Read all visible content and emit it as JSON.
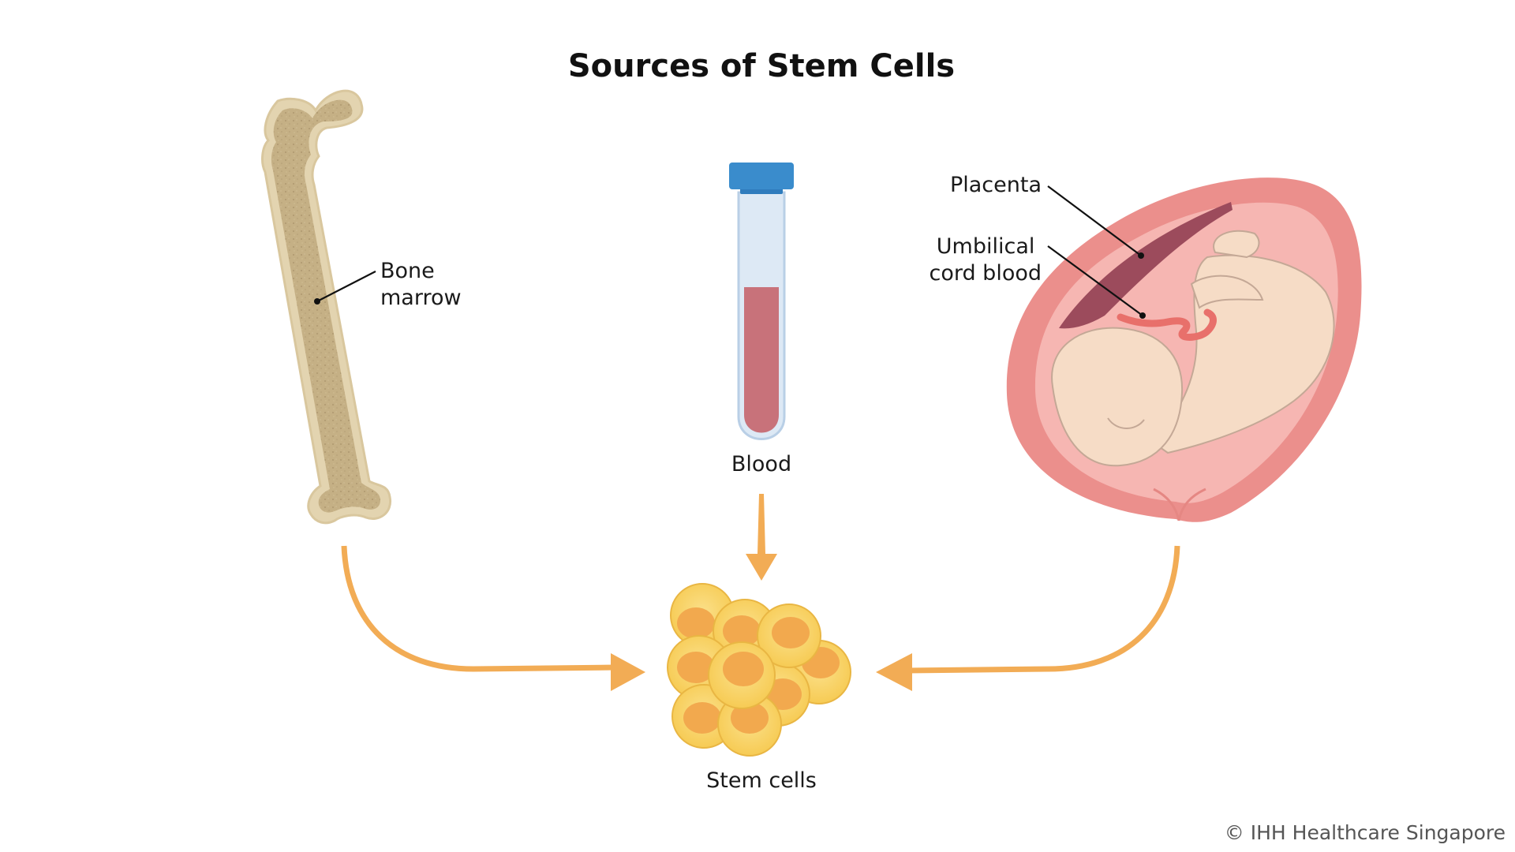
{
  "title": "Sources of Stem Cells",
  "labels": {
    "bone_marrow": [
      "Bone",
      "marrow"
    ],
    "blood": "Blood",
    "placenta": "Placenta",
    "cord_blood": [
      "Umbilical",
      "cord blood"
    ],
    "stem_cells": "Stem cells"
  },
  "credit": "© IHH Healthcare Singapore",
  "colors": {
    "arrow": "#f2ac55",
    "bone": "#cbb88f",
    "bone_edge": "#e2d3ae",
    "tube_cap": "#3a8ccc",
    "blood": "#c8727a",
    "uterus": "#e98a86",
    "placenta": "#9c4b5c",
    "fetus": "#f5dcc7",
    "stem_cell": "#f7cd5c",
    "stem_cell_nucleus": "#f2a94e"
  }
}
